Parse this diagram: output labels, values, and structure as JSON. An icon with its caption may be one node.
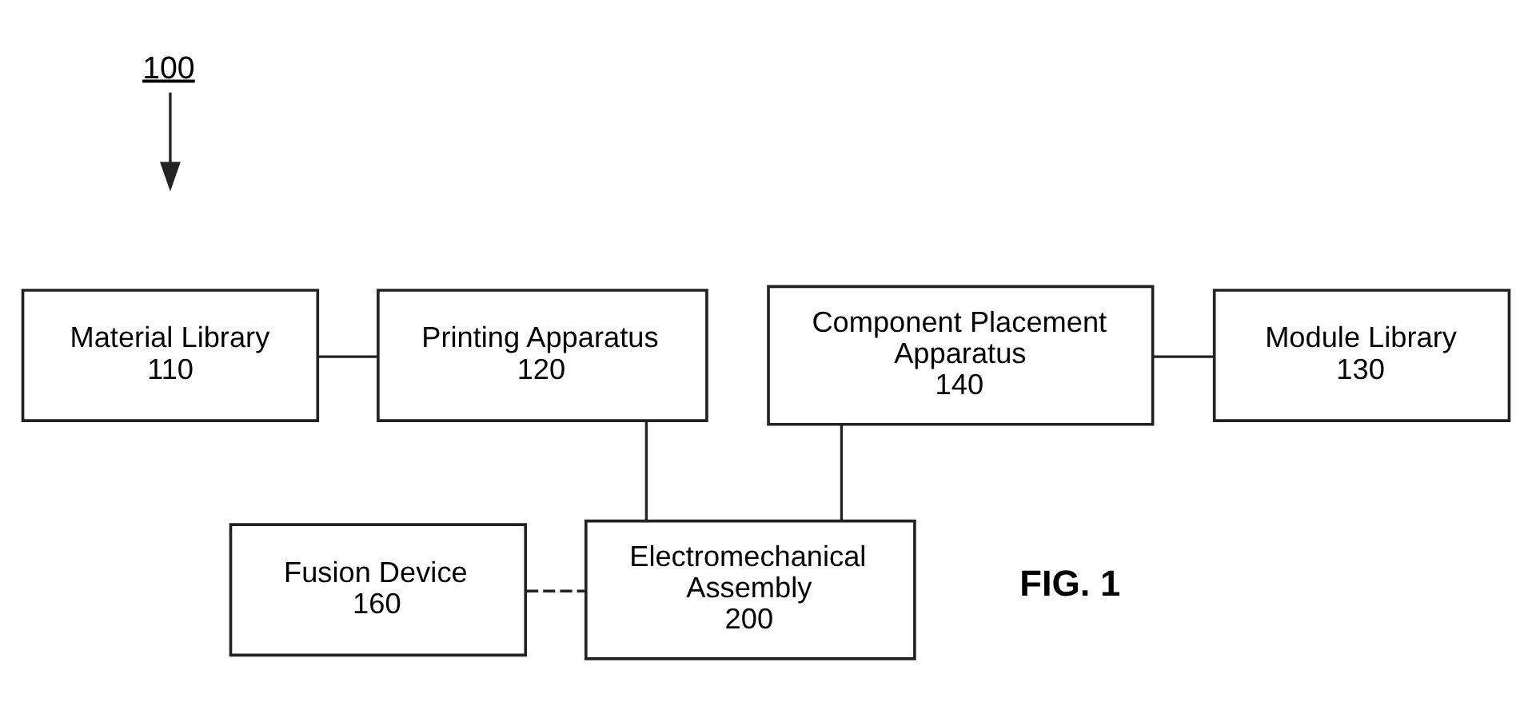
{
  "diagram": {
    "nodes": [
      {
        "text": [
          "100"
        ]
      },
      {
        "text": [
          "Material Library",
          "110"
        ]
      },
      {
        "text": [
          "Printing Apparatus",
          "120"
        ]
      },
      {
        "text": [
          "Component Placement Apparatus",
          "140"
        ]
      },
      {
        "text": [
          "Module Library",
          "130"
        ]
      },
      {
        "text": [
          "Fusion Device",
          "160"
        ]
      },
      {
        "text": [
          "Electromechanical Assembly",
          "200"
        ]
      }
    ],
    "edges": [
      {
        "from": 0,
        "to": null,
        "arrow": "to"
      },
      {
        "from": 1,
        "to": 2,
        "arrow": "none"
      },
      {
        "from": 3,
        "to": 4,
        "arrow": "none"
      },
      {
        "from": 2,
        "to": 6,
        "arrow": "none"
      },
      {
        "from": 3,
        "to": 6,
        "arrow": "none"
      },
      {
        "from": 5,
        "to": 6,
        "arrow": "none",
        "style": "dashed"
      }
    ],
    "labels": [
      "FIG. 1"
    ]
  }
}
